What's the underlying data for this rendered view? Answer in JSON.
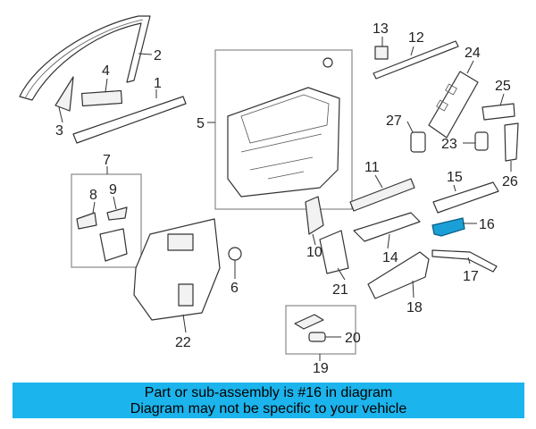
{
  "labels": {
    "l1": "1",
    "l2": "2",
    "l3": "3",
    "l4": "4",
    "l5": "5",
    "l6": "6",
    "l7": "7",
    "l8": "8",
    "l9": "9",
    "l10": "10",
    "l11": "11",
    "l12": "12",
    "l13": "13",
    "l14": "14",
    "l15": "15",
    "l16": "16",
    "l17": "17",
    "l18": "18",
    "l19": "19",
    "l20": "20",
    "l21": "21",
    "l22": "22",
    "l23": "23",
    "l24": "24",
    "l25": "25",
    "l26": "26",
    "l27": "27"
  },
  "highlight_color": "#1a9fd6",
  "banner": {
    "line1": "Part or sub-assembly is #16 in diagram",
    "line2": "Diagram may not be specific to your vehicle",
    "color": "#1cb4ec"
  }
}
